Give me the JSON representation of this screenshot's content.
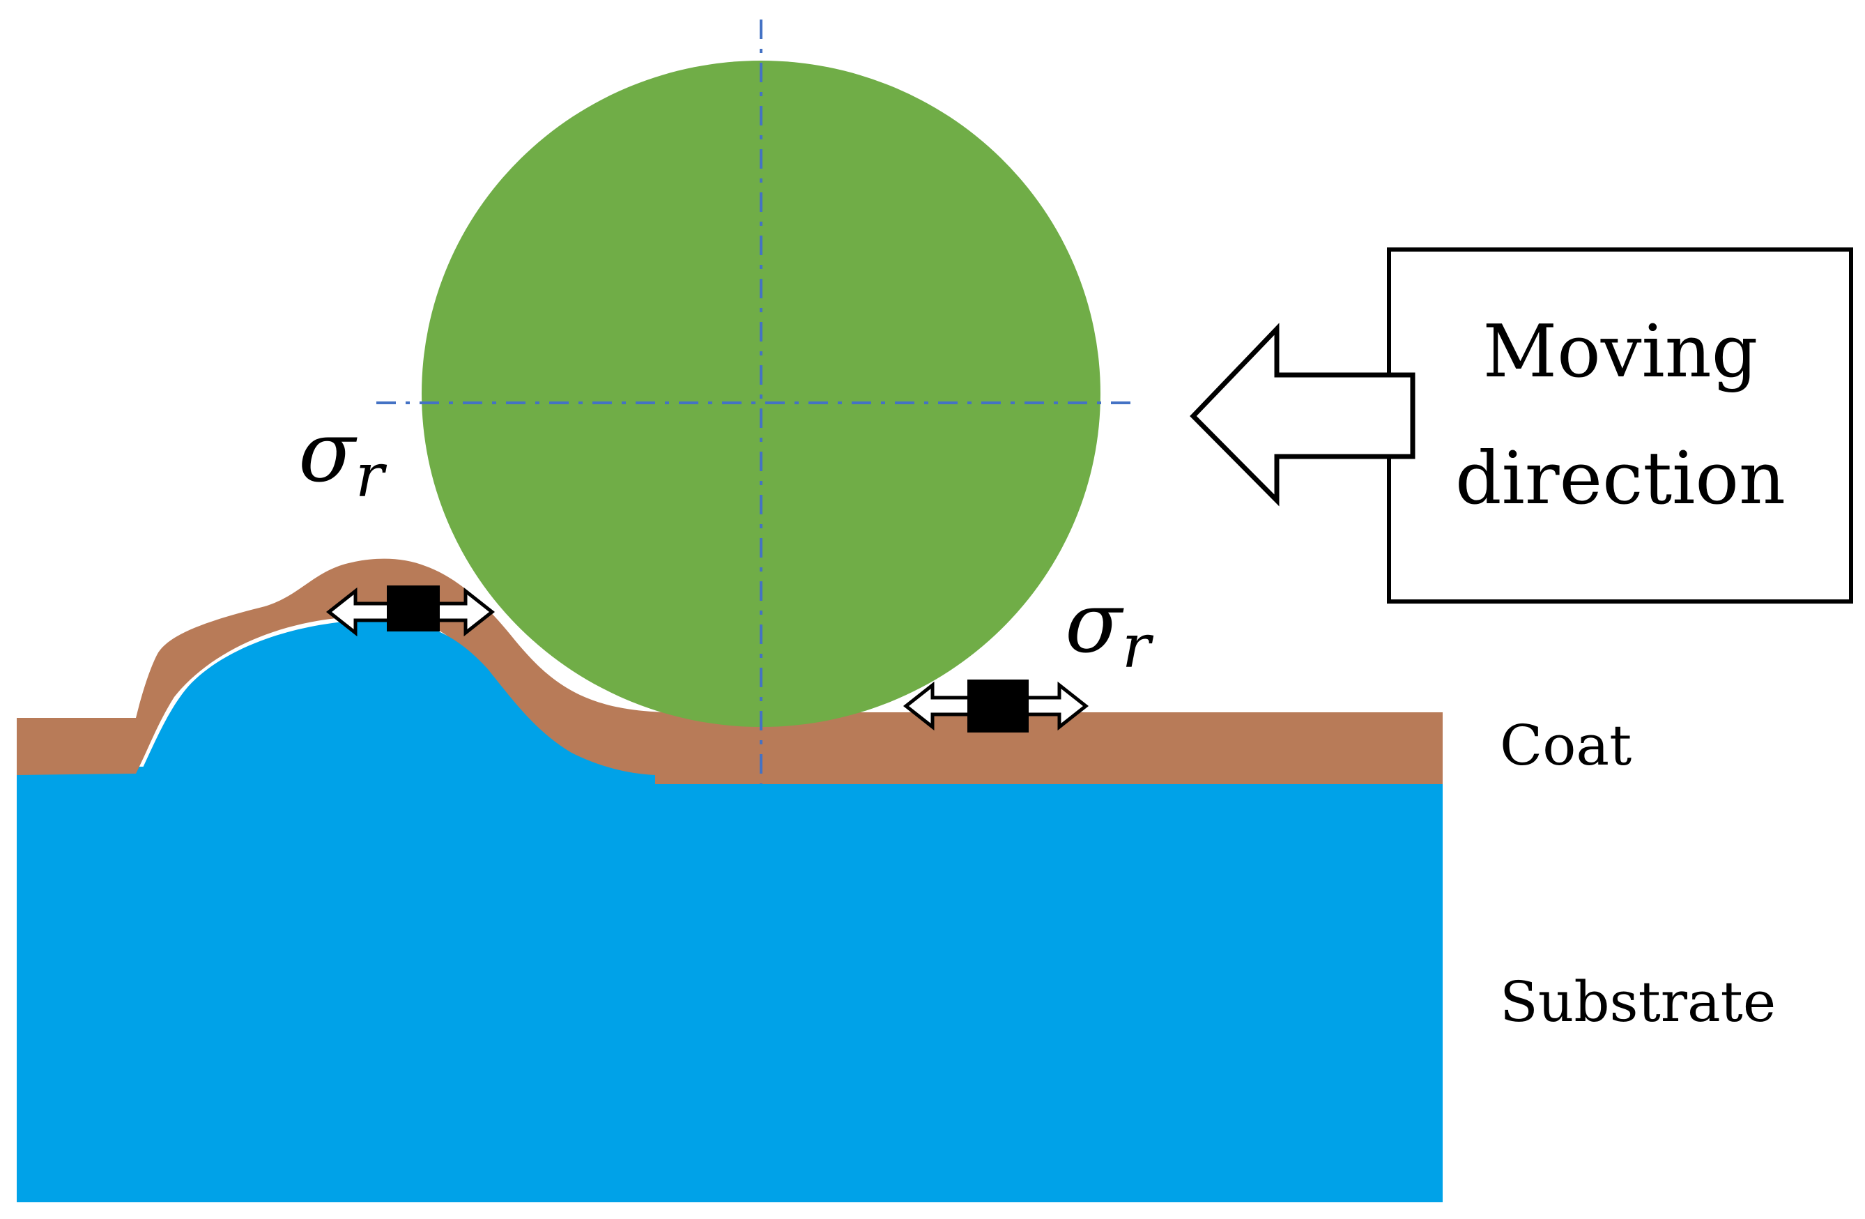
{
  "labels": {
    "moving_direction_line1": "Moving",
    "moving_direction_line2": "direction",
    "coat": "Coat",
    "substrate": "Substrate",
    "sigma_left": "σ",
    "sigma_left_sub": "r",
    "sigma_right": "σ",
    "sigma_right_sub": "r"
  },
  "colors": {
    "ball": "#70ad47",
    "coat": "#b87b58",
    "substrate": "#00a2e8",
    "axis_line": "#4472c4",
    "outline": "#000000"
  },
  "icons": {
    "direction_arrow": "arrow-left-outline",
    "stress_marker": "double-headed-arrow-with-square"
  }
}
